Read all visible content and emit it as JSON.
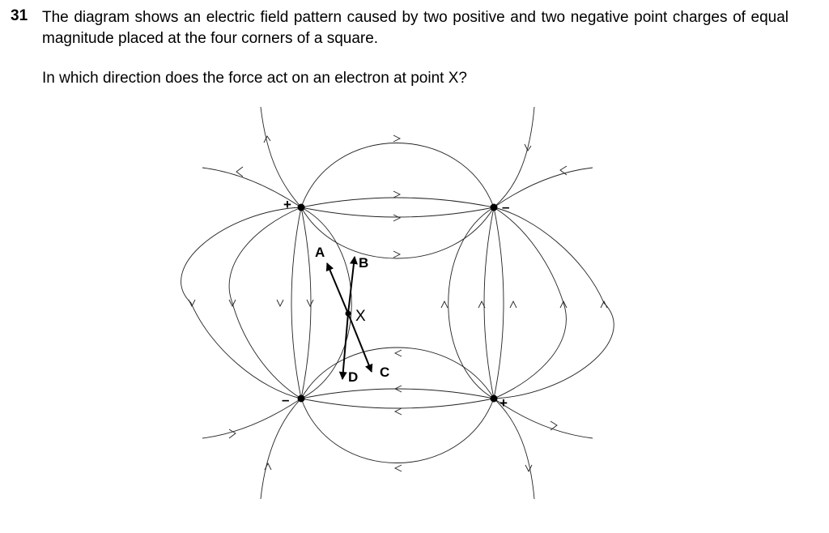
{
  "question": {
    "number": "31",
    "text": "The diagram shows an electric field pattern caused by two positive and two negative point charges of equal magnitude placed at the four corners of a square.",
    "prompt": "In which direction does the force act on an electron at point X?"
  },
  "diagram": {
    "charge_signs": {
      "top_left": "+",
      "top_right": "–",
      "bottom_left": "–",
      "bottom_right": "+"
    },
    "point_label": "X",
    "options": {
      "A": "A",
      "B": "B",
      "C": "C",
      "D": "D"
    },
    "colors": {
      "lines": "#222222",
      "arrows": "#000000"
    }
  }
}
